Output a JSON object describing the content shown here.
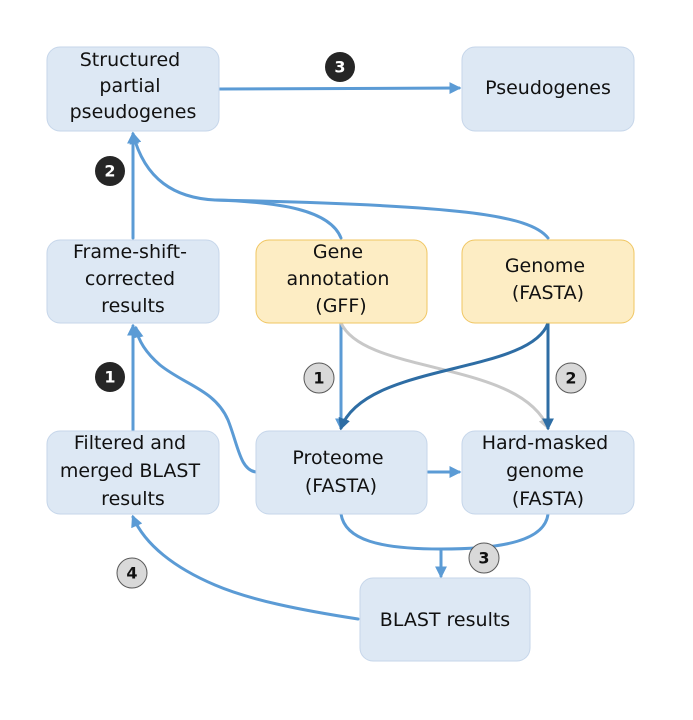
{
  "colors": {
    "node_fill": "#dde8f4",
    "node_stroke": "#c6d6ea",
    "input_fill": "#fdedc4",
    "input_stroke": "#f0c662",
    "edge_blue": "#5b9bd5",
    "edge_dark_blue": "#2e6da4",
    "edge_gray": "#c8c8c8",
    "badge_dark_fill": "#262626",
    "badge_dark_text": "#ffffff",
    "badge_light_fill": "#d9d9d9",
    "badge_light_stroke": "#595959",
    "badge_light_text": "#111111"
  },
  "nodes": {
    "structured_partial_pseudogenes": {
      "lines": [
        "Structured",
        "partial",
        "pseudogenes"
      ]
    },
    "pseudogenes": {
      "lines": [
        "Pseudogenes"
      ]
    },
    "frame_shift_corrected_results": {
      "lines": [
        "Frame-shift-",
        "corrected",
        "results"
      ]
    },
    "gene_annotation": {
      "lines": [
        "Gene",
        "annotation",
        "(GFF)"
      ]
    },
    "genome": {
      "lines": [
        "Genome",
        "(FASTA)"
      ]
    },
    "filtered_merged_blast_results": {
      "lines": [
        "Filtered and",
        "merged BLAST",
        "results"
      ]
    },
    "proteome": {
      "lines": [
        "Proteome",
        "(FASTA)"
      ]
    },
    "hard_masked_genome": {
      "lines": [
        "Hard-masked",
        "genome",
        "(FASTA)"
      ]
    },
    "blast_results": {
      "lines": [
        "BLAST results"
      ]
    }
  },
  "steps": {
    "dark_2": "2",
    "dark_1": "1",
    "dark_3": "3",
    "light_1": "1",
    "light_2": "2",
    "light_3": "3",
    "light_4": "4"
  }
}
